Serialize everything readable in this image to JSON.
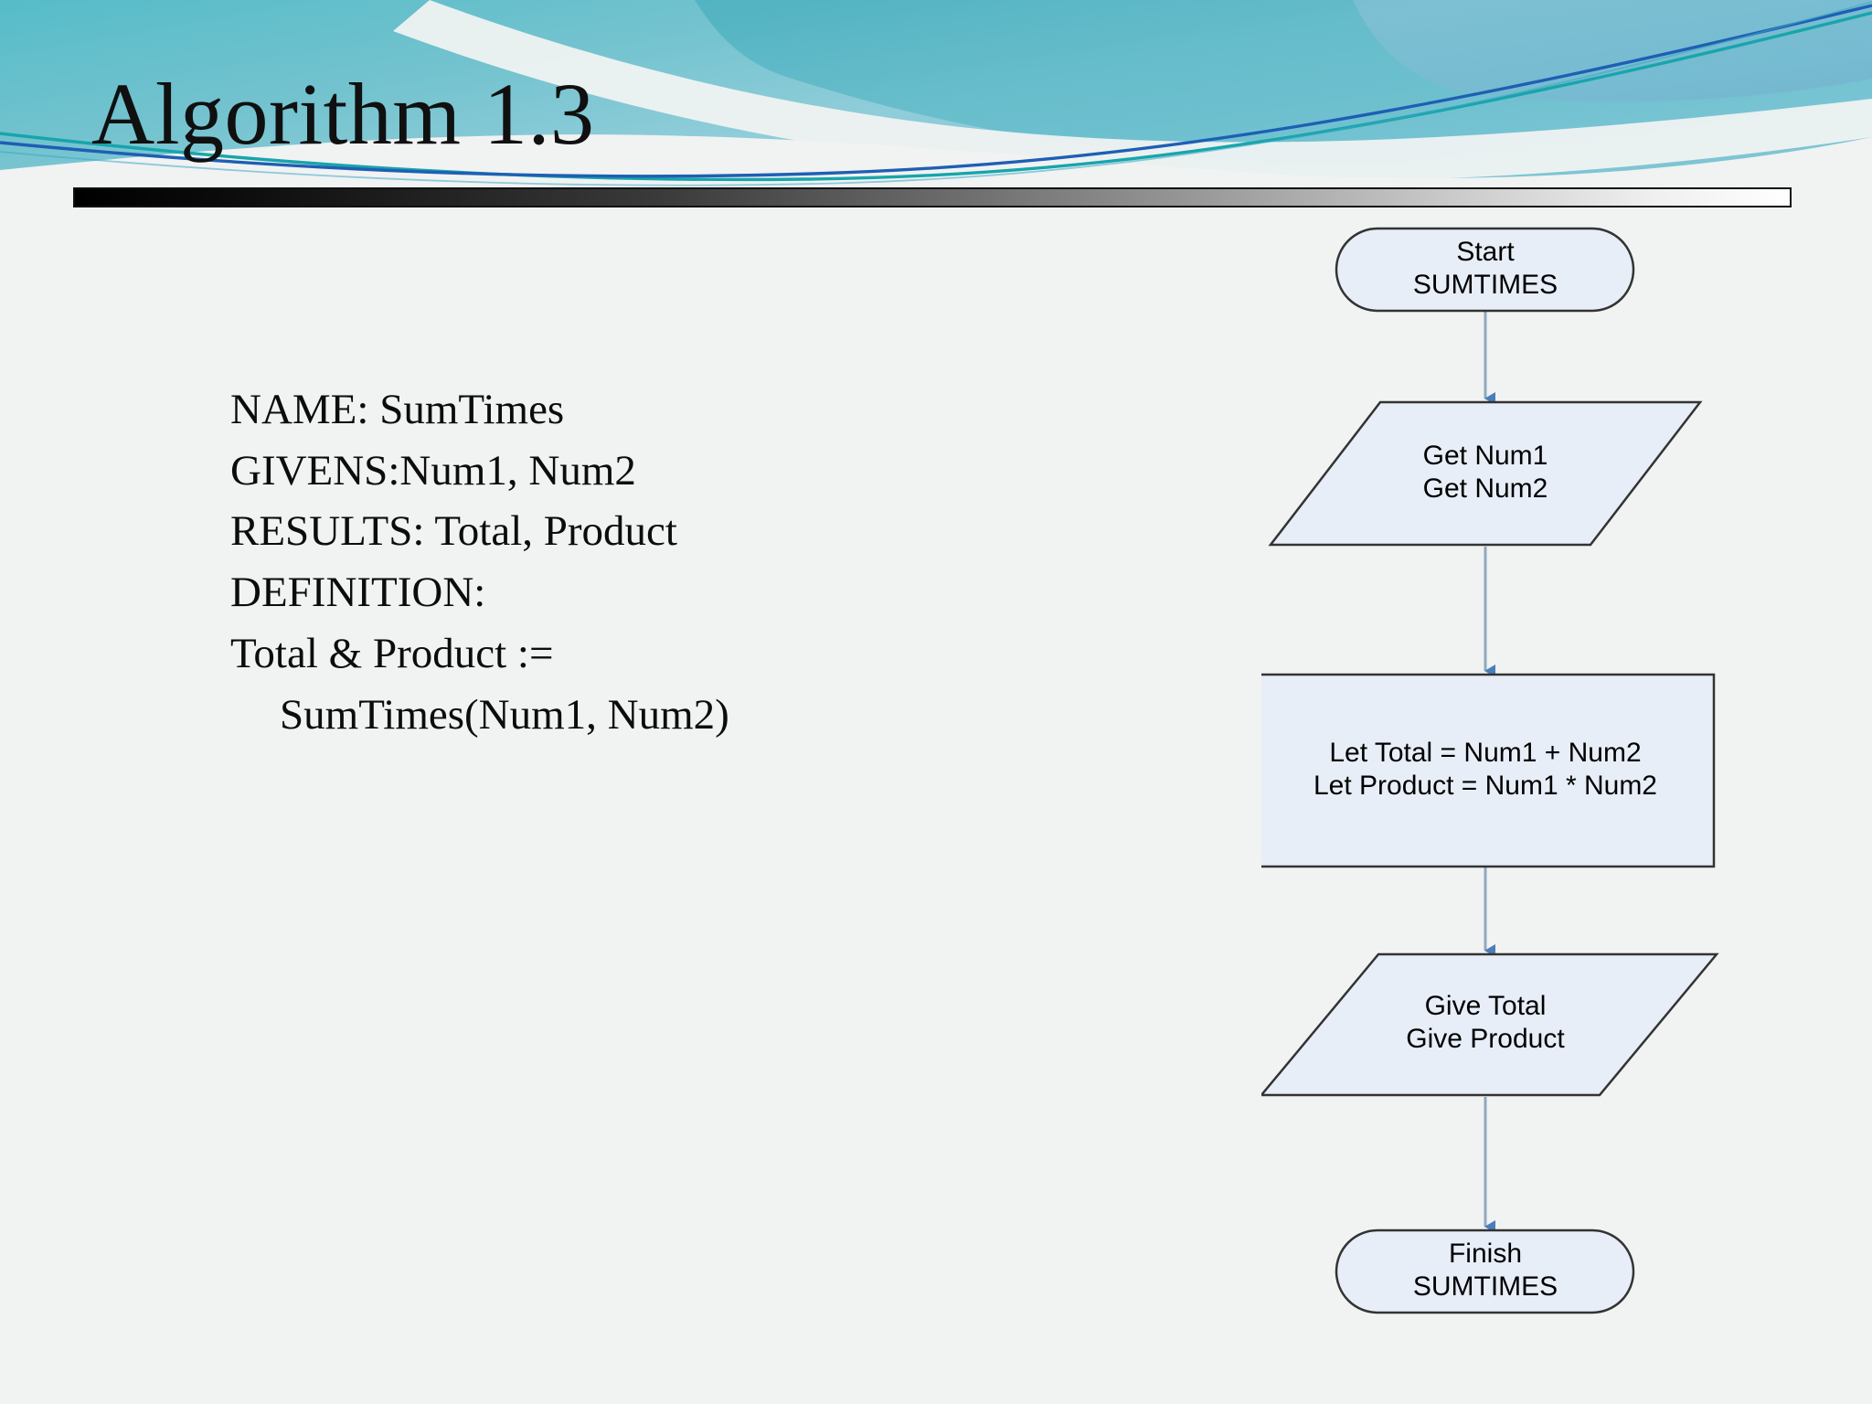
{
  "slide": {
    "title": "Algorithm 1.3",
    "background_color": "#f1f2f2",
    "theme_accent_color": "#4fb3c4"
  },
  "body_text": {
    "lines": [
      "NAME: SumTimes",
      "GIVENS:Num1, Num2",
      "RESULTS: Total, Product",
      "DEFINITION:",
      "Total & Product :=",
      "SumTimes(Num1, Num2)"
    ],
    "indented_line_index": 5
  },
  "flowchart": {
    "shape_fill_color": "#e8eef8",
    "shape_border_color": "#333333",
    "connector_color": "#8fa9bf",
    "arrowhead_color": "#4a7ebb",
    "nodes": [
      {
        "id": "start",
        "shape": "terminator",
        "lines": [
          "Start",
          "SUMTIMES"
        ]
      },
      {
        "id": "input",
        "shape": "parallelogram",
        "lines": [
          "Get Num1",
          "Get Num2"
        ]
      },
      {
        "id": "process",
        "shape": "rectangle",
        "lines": [
          "Let Total = Num1 + Num2",
          "Let Product = Num1 * Num2"
        ]
      },
      {
        "id": "output",
        "shape": "parallelogram",
        "lines": [
          "Give Total",
          "Give Product"
        ]
      },
      {
        "id": "finish",
        "shape": "terminator",
        "lines": [
          "Finish",
          "SUMTIMES"
        ]
      }
    ],
    "edges": [
      {
        "from": "start",
        "to": "input"
      },
      {
        "from": "input",
        "to": "process"
      },
      {
        "from": "process",
        "to": "output"
      },
      {
        "from": "output",
        "to": "finish"
      }
    ]
  }
}
